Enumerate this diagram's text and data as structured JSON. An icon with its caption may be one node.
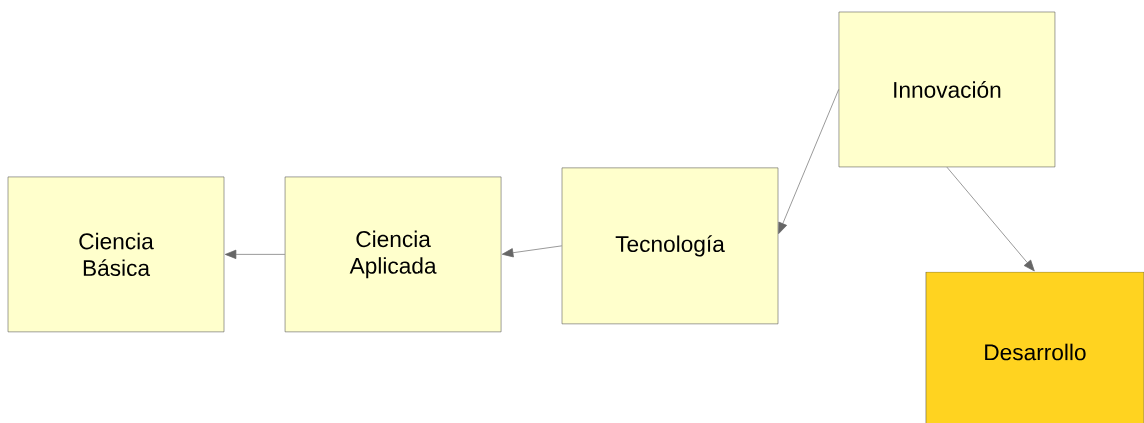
{
  "diagram": {
    "nodes": [
      {
        "text": [
          "Ciencia Básica"
        ]
      },
      {
        "text": [
          "Ciencia Aplicada"
        ]
      },
      {
        "text": [
          "Tecnología"
        ]
      },
      {
        "text": [
          "Innovación"
        ]
      },
      {
        "text": [
          "Desarrollo"
        ]
      }
    ],
    "edges": [
      {
        "from": 1,
        "to": 0,
        "arrow": "to"
      },
      {
        "from": 2,
        "to": 1,
        "arrow": "to"
      },
      {
        "from": 3,
        "to": 2,
        "arrow": "to"
      },
      {
        "from": 3,
        "to": 4,
        "arrow": "to"
      }
    ]
  }
}
